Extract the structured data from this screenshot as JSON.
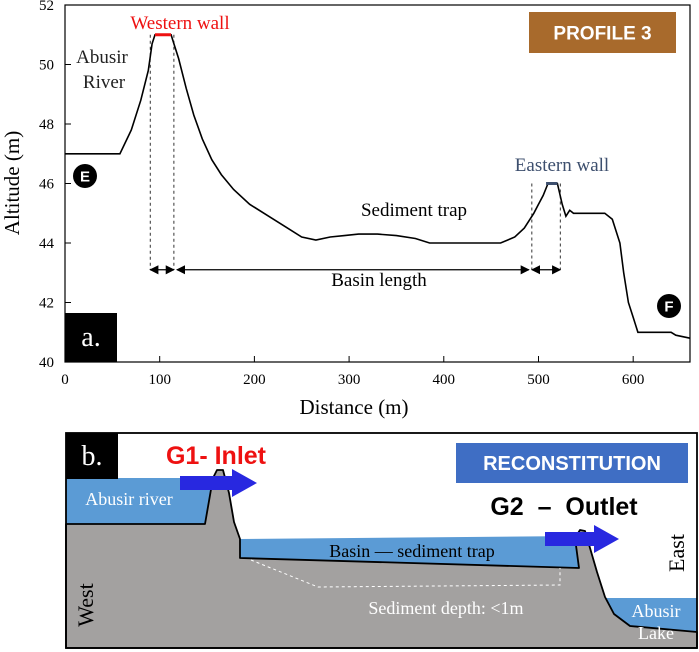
{
  "panel_a": {
    "letter": "a.",
    "profile_badge": "PROFILE 3",
    "xlabel": "Distance (m)",
    "ylabel": "Altitude (m)",
    "labels": {
      "abusir_river_1": "Abusir",
      "abusir_river_2": "River",
      "western_wall": "Western wall",
      "eastern_wall": "Eastern wall",
      "sediment_trap": "Sediment trap",
      "basin_length": "Basin length",
      "marker_e": "E",
      "marker_f": "F"
    },
    "colors": {
      "western_wall": "#ee1111",
      "eastern_wall": "#3d4f6e",
      "badge_bg": "#a86a2c",
      "profile": "#000000"
    }
  },
  "chart_data": {
    "type": "line",
    "xlim": [
      0,
      660
    ],
    "ylim": [
      40,
      52
    ],
    "x_ticks": [
      0,
      100,
      200,
      300,
      400,
      500,
      600
    ],
    "y_ticks": [
      40,
      42,
      44,
      46,
      48,
      50,
      52
    ],
    "grid": false,
    "series": [
      {
        "points": [
          [
            0,
            47
          ],
          [
            58,
            47
          ],
          [
            70,
            47.8
          ],
          [
            80,
            48.8
          ],
          [
            88,
            49.8
          ],
          [
            92,
            50.7
          ],
          [
            95,
            51.0
          ],
          [
            112,
            51.0
          ],
          [
            115,
            50.7
          ],
          [
            120,
            50.2
          ],
          [
            128,
            49.2
          ],
          [
            136,
            48.3
          ],
          [
            145,
            47.5
          ],
          [
            155,
            46.8
          ],
          [
            165,
            46.3
          ],
          [
            178,
            45.8
          ],
          [
            195,
            45.3
          ],
          [
            215,
            44.9
          ],
          [
            235,
            44.5
          ],
          [
            250,
            44.2
          ],
          [
            265,
            44.1
          ],
          [
            280,
            44.2
          ],
          [
            295,
            44.25
          ],
          [
            310,
            44.3
          ],
          [
            330,
            44.3
          ],
          [
            350,
            44.25
          ],
          [
            370,
            44.15
          ],
          [
            385,
            44.0
          ],
          [
            400,
            44.0
          ],
          [
            460,
            44.0
          ],
          [
            475,
            44.2
          ],
          [
            485,
            44.5
          ],
          [
            495,
            45.0
          ],
          [
            500,
            45.3
          ],
          [
            505,
            45.6
          ],
          [
            510,
            46.0
          ],
          [
            520,
            46.0
          ],
          [
            525,
            45.3
          ],
          [
            529,
            44.9
          ],
          [
            533,
            45.1
          ],
          [
            537,
            45.0
          ],
          [
            545,
            45.0
          ],
          [
            570,
            45.0
          ],
          [
            578,
            44.8
          ],
          [
            586,
            44.0
          ],
          [
            590,
            43.0
          ],
          [
            595,
            42.0
          ],
          [
            600,
            41.5
          ],
          [
            605,
            41.0
          ],
          [
            640,
            41.0
          ],
          [
            645,
            40.9
          ],
          [
            660,
            40.8
          ]
        ]
      }
    ],
    "western_wall_top": [
      95,
      112,
      51.0
    ],
    "eastern_wall_top": [
      508,
      520,
      46.0
    ],
    "dimension_lines": {
      "y": 43.1,
      "western_wall": [
        90,
        115
      ],
      "basin_length": [
        115,
        493
      ],
      "eastern_wall": [
        493,
        523
      ]
    }
  },
  "panel_b": {
    "letter": "b.",
    "reconstitution_badge": "RECONSTITUTION",
    "g1_inlet": "G1- Inlet",
    "g2_outlet": "G2  –  Outlet",
    "abusir_river": "Abusir river",
    "basin_trap": "Basin — sediment trap",
    "sediment_depth": "Sediment depth: <1m",
    "abusir_lake_1": "Abusir",
    "abusir_lake_2": "Lake",
    "west": "West",
    "east": "East",
    "colors": {
      "ground": "#a3a1a0",
      "water": "#5b9bd5",
      "arrow": "#2828e0",
      "badge_bg": "#3f6ec4",
      "inlet": "#ee1111"
    }
  }
}
